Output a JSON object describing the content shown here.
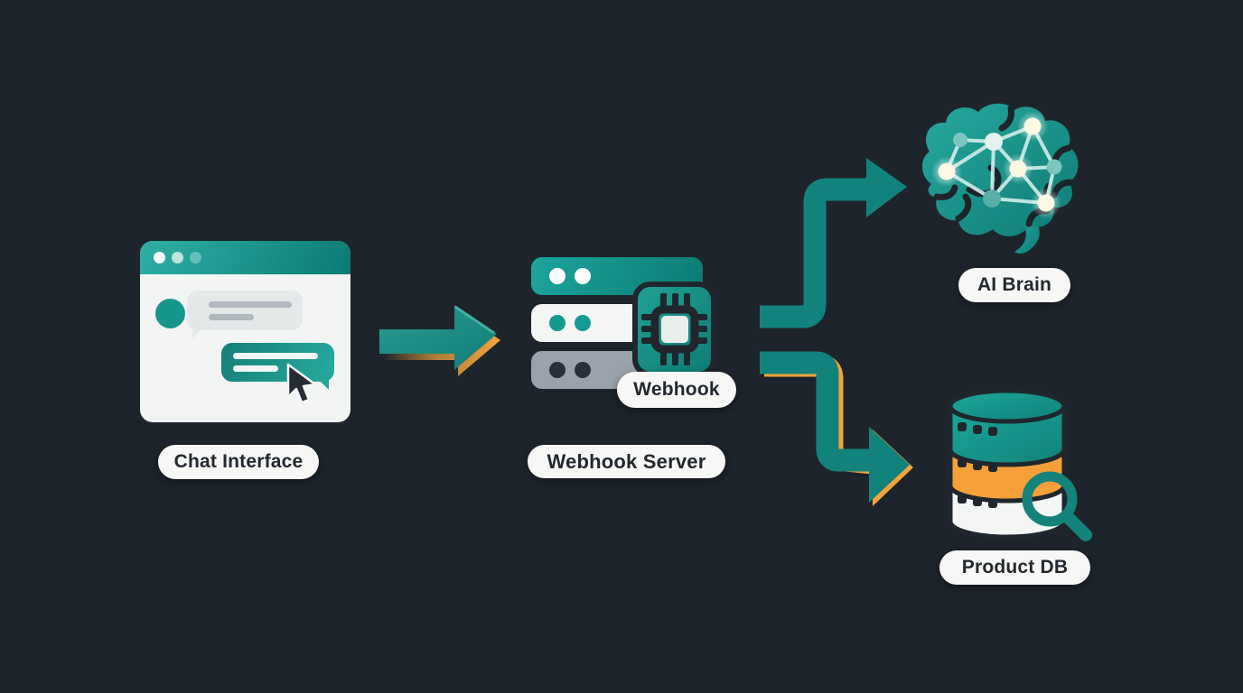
{
  "diagram": {
    "labels": {
      "chat": "Chat Interface",
      "server": "Webhook Server",
      "server_badge": "Webhook",
      "brain": "AI Brain",
      "db": "Product DB"
    },
    "nodes": [
      {
        "id": "chat",
        "label": "Chat Interface",
        "icon": "browser-chat-window-icon"
      },
      {
        "id": "server",
        "label": "Webhook Server",
        "badge": "Webhook",
        "icon": "server-stack-icon"
      },
      {
        "id": "brain",
        "label": "AI Brain",
        "icon": "neural-network-brain-icon"
      },
      {
        "id": "db",
        "label": "Product DB",
        "icon": "database-cylinder-icon"
      }
    ],
    "flow": [
      {
        "from": "Chat Interface",
        "to": "Webhook Server"
      },
      {
        "from": "Webhook Server",
        "to": "AI Brain"
      },
      {
        "from": "Webhook Server",
        "to": "Product DB"
      }
    ],
    "icons": [
      "browser-chat-window-icon",
      "cursor-arrow-icon",
      "server-stack-icon",
      "cpu-chip-icon",
      "neural-network-brain-icon",
      "database-cylinder-icon",
      "search-magnifier-icon",
      "flow-arrow-icon"
    ],
    "colors": {
      "background": "#1e242c",
      "teal": "#12837c",
      "teal_light": "#2aa89e",
      "orange": "#f5a03a",
      "pill_bg": "#f7f8f6",
      "text": "#23282e",
      "gray_bar": "#9aa2ab",
      "white_panel": "#f3f5f4"
    }
  }
}
